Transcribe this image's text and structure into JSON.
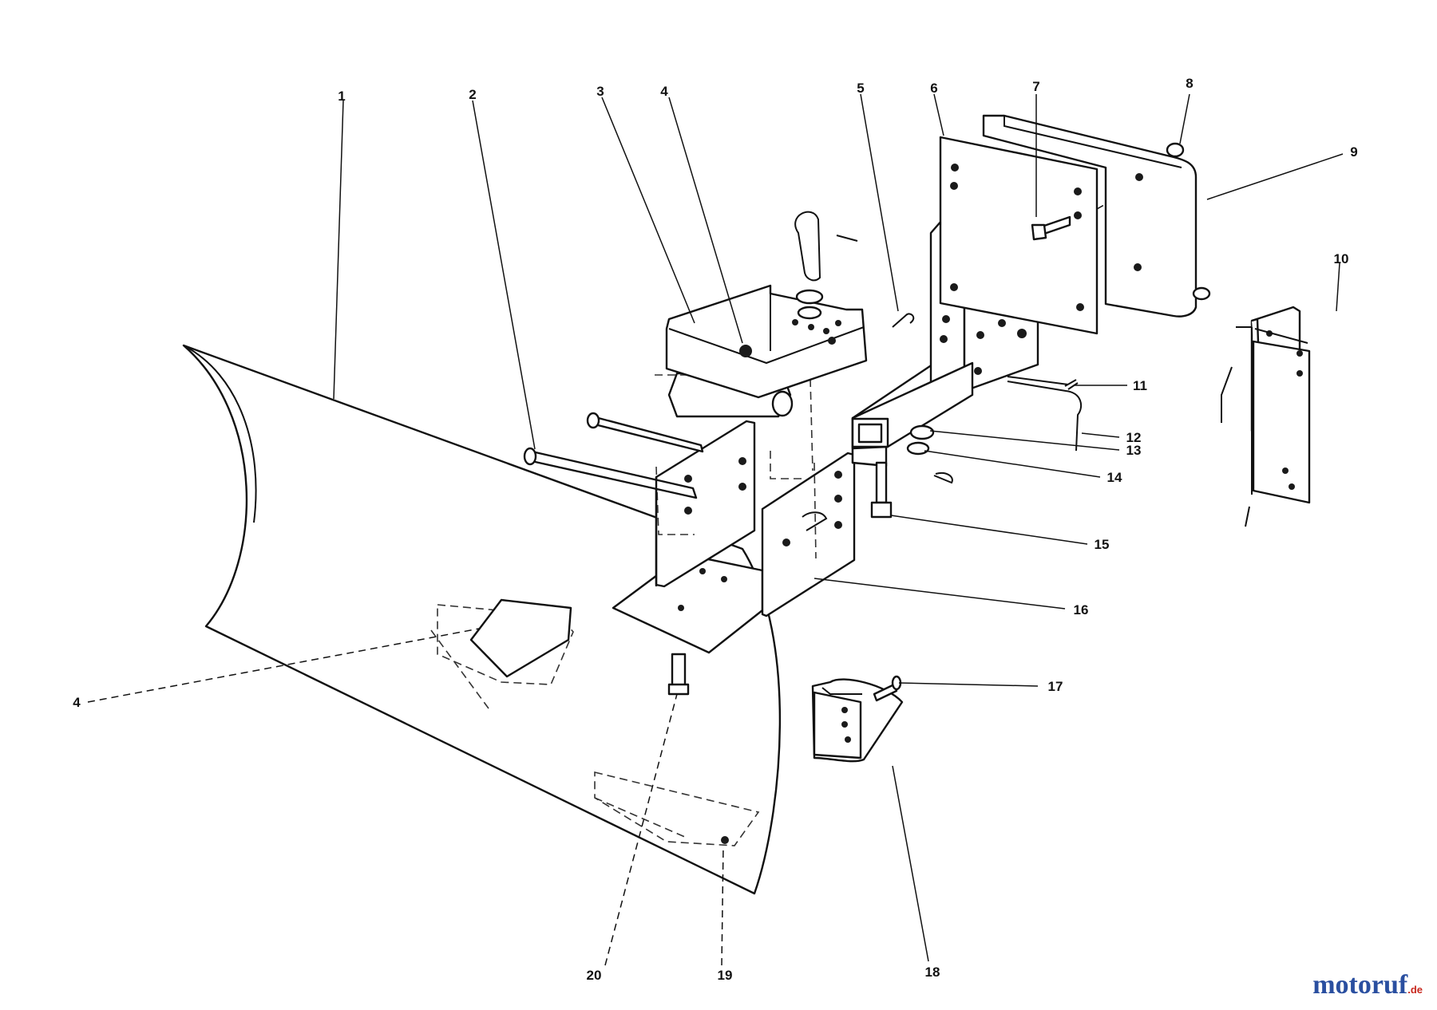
{
  "diagram": {
    "callouts": {
      "n1": "1",
      "n2": "2",
      "n3": "3",
      "n4a": "4",
      "n4b": "4",
      "n5": "5",
      "n6": "6",
      "n7": "7",
      "n8": "8",
      "n9": "9",
      "n10": "10",
      "n11": "11",
      "n12": "12",
      "n13": "13",
      "n14": "14",
      "n15": "15",
      "n16": "16",
      "n17": "17",
      "n18": "18",
      "n19": "19",
      "n20": "20"
    }
  },
  "watermark": {
    "name": "motoruf",
    "suffix": ".de"
  }
}
